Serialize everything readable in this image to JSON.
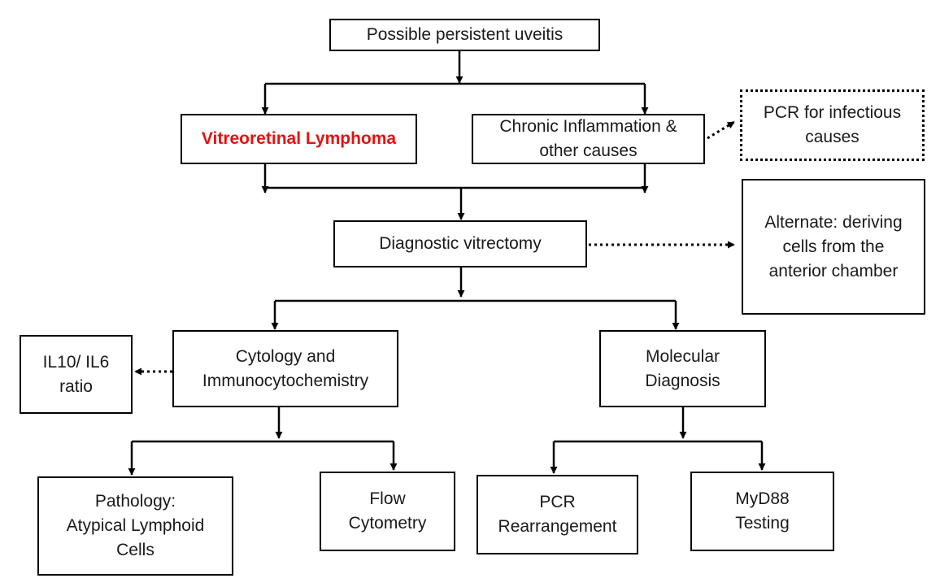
{
  "nodes": {
    "start": "Possible persistent uveitis",
    "vrl": "Vitreoretinal Lymphoma",
    "chronic": "Chronic Inflammation &\nother causes",
    "pcr_infectious": "PCR for infectious\ncauses",
    "vitrectomy": "Diagnostic vitrectomy",
    "alternate": "Alternate: deriving\ncells from the\nanterior chamber",
    "il10": "IL10/ IL6\nratio",
    "cytology": "Cytology and\nImmunocytochemistry",
    "molecular": "Molecular\nDiagnosis",
    "pathology": "Pathology:\nAtypical Lymphoid\nCells",
    "flow": "Flow\nCytometry",
    "pcr_rearr": "PCR\nRearrangement",
    "myd88": "MyD88\nTesting"
  },
  "colors": {
    "line": "#000000",
    "highlight": "#e01414",
    "text": "#1a1a1a"
  }
}
